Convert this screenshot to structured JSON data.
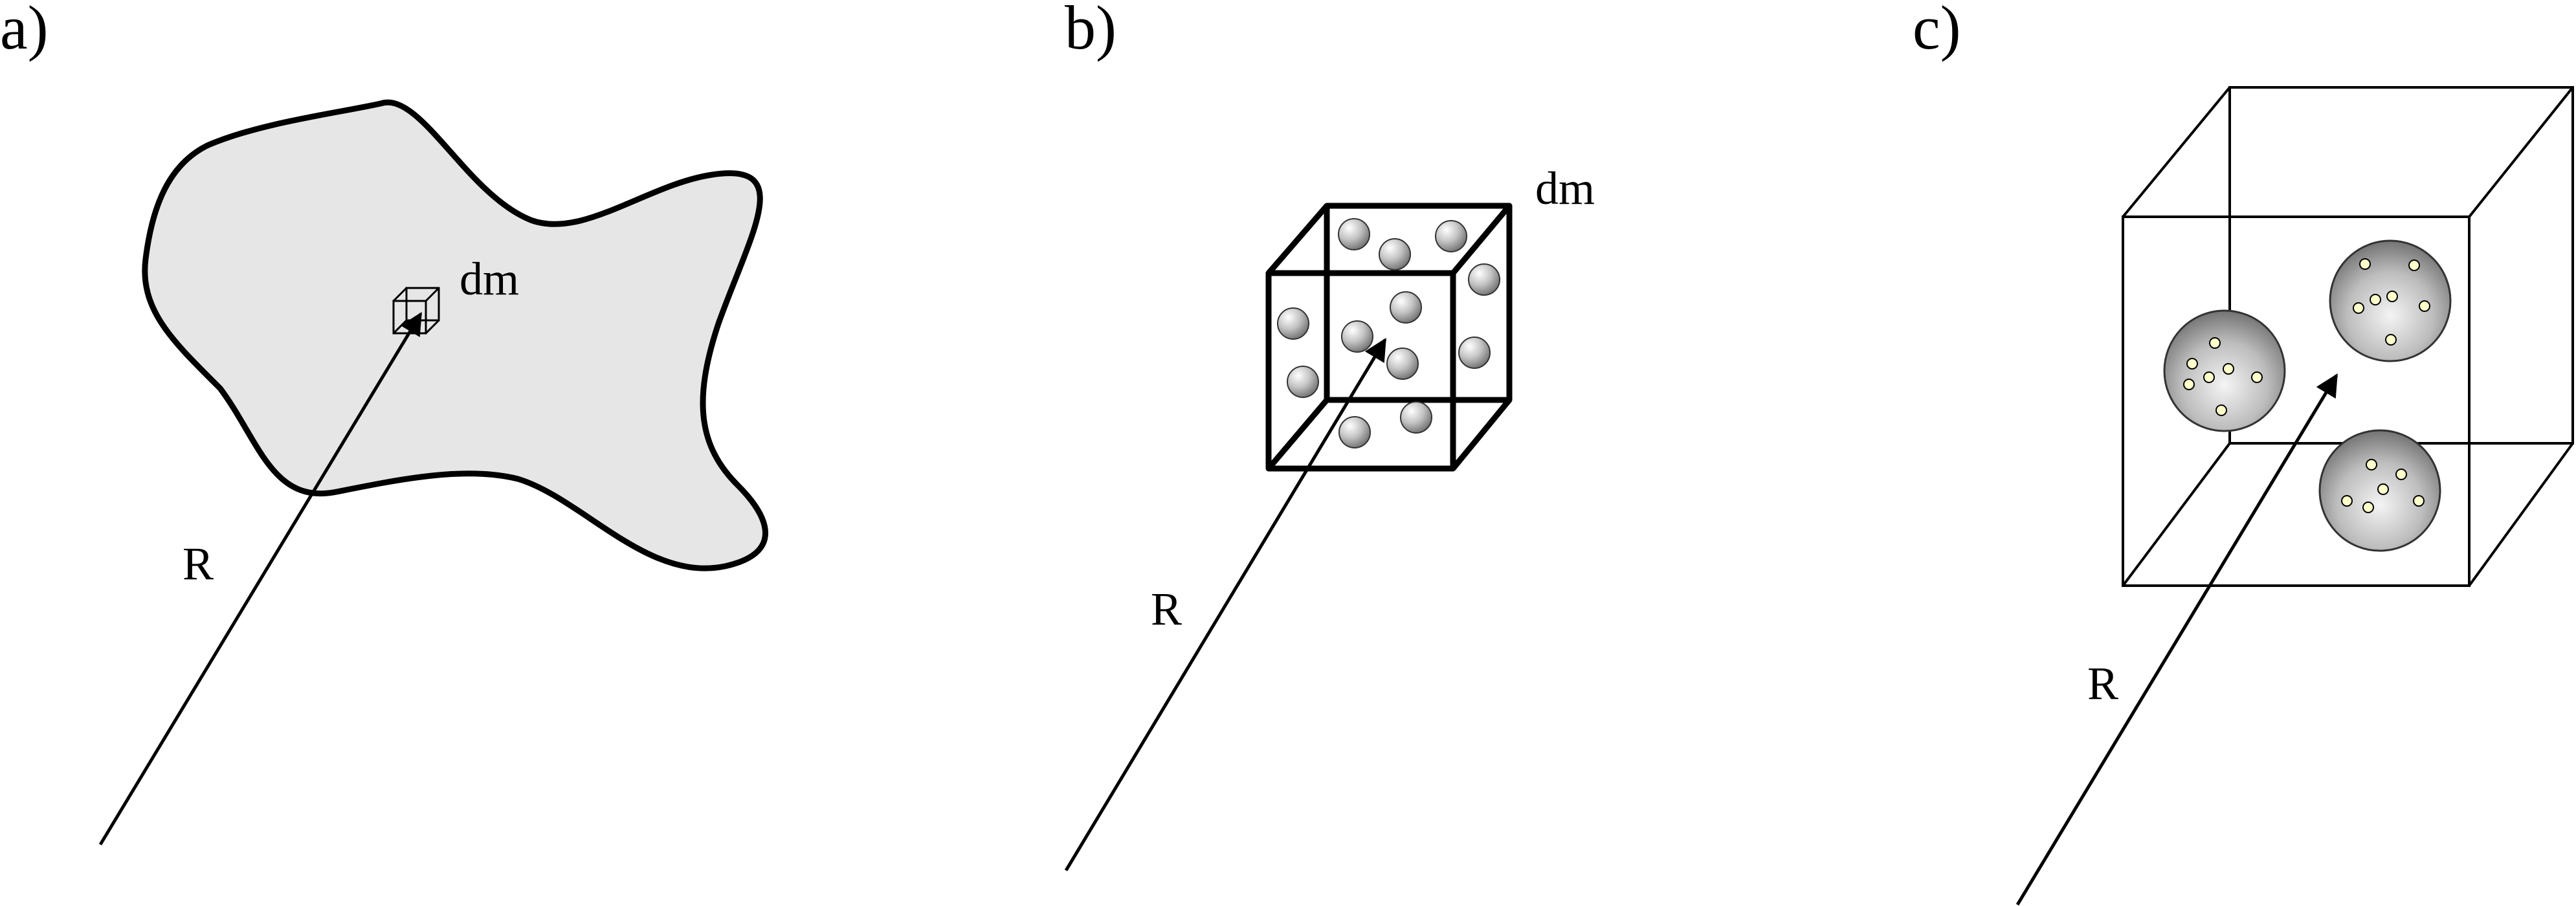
{
  "panels": [
    {
      "id": "a",
      "label": "a)",
      "element_label": "dm",
      "vector_label": "R"
    },
    {
      "id": "b",
      "label": "b)",
      "element_label": "dm",
      "vector_label": "R"
    },
    {
      "id": "c",
      "label": "c)",
      "vector_label": "R"
    }
  ],
  "colors": {
    "ink": "#000000",
    "region_fill": "#e6e6e6",
    "sphere_light": "#f2f2f2",
    "sphere_dark": "#7a7a7a",
    "dot_fill": "#ffffcc"
  }
}
